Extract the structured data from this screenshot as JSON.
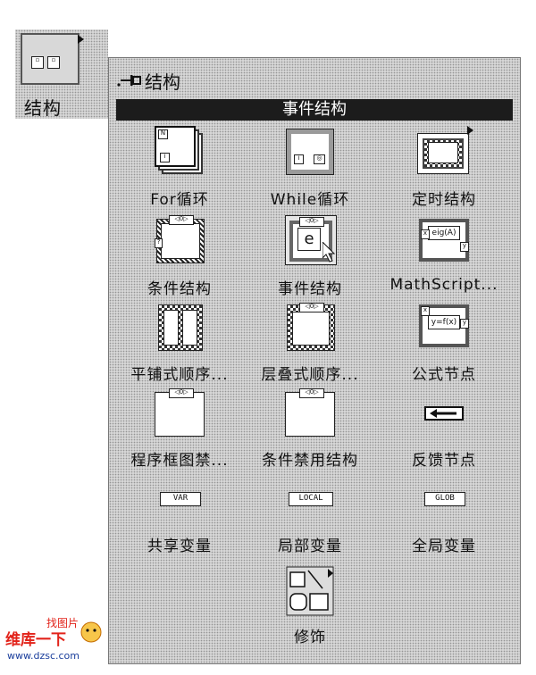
{
  "launcher": {
    "label": "结构"
  },
  "palette": {
    "title": "结构",
    "section": "事件结构",
    "items": [
      {
        "label": "For循环"
      },
      {
        "label": "While循环"
      },
      {
        "label": "定时结构"
      },
      {
        "label": "条件结构"
      },
      {
        "label": "事件结构"
      },
      {
        "label": "MathScript..."
      },
      {
        "label": "平铺式顺序..."
      },
      {
        "label": "层叠式顺序..."
      },
      {
        "label": "公式节点"
      },
      {
        "label": "程序框图禁..."
      },
      {
        "label": "条件禁用结构"
      },
      {
        "label": "反馈节点"
      },
      {
        "label": "共享变量",
        "tag": "VAR"
      },
      {
        "label": "局部变量",
        "tag": "LOCAL"
      },
      {
        "label": "全局变量",
        "tag": "GLOB"
      },
      {
        "label": "修饰"
      }
    ],
    "icon_text": {
      "event": "e",
      "math": "eig(A)",
      "formula": "y=f(x)",
      "x": "x",
      "y": "y",
      "tiny": "◁0▷"
    }
  },
  "watermark": {
    "line1": "找图片",
    "line2": "维库一下",
    "url": "www.dzsc.com"
  },
  "colors": {
    "section_bar": "#1c1c1c",
    "palette_bg": "#cfcfcf",
    "watermark_red": "#e2231a"
  }
}
